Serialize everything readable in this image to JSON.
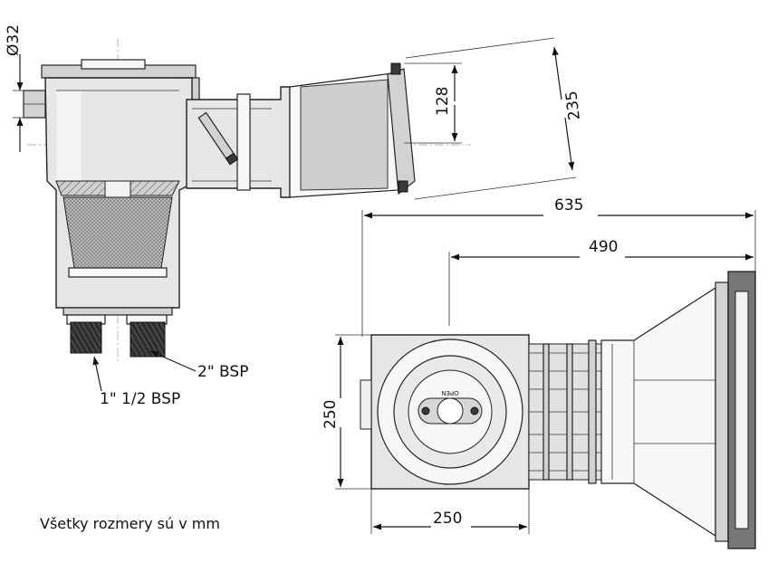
{
  "dimensions": {
    "pipe_diameter": "Ø32",
    "mouth_height": "128",
    "mouth_outer": "235",
    "total_length": "635",
    "body_to_front": "490",
    "width": "250",
    "body_width": "250"
  },
  "labels": {
    "thread_large": "2\" BSP",
    "thread_small": "1\" 1/2  BSP",
    "lid_mark": "OPEN"
  },
  "note": "Všetky rozmery sú v mm"
}
